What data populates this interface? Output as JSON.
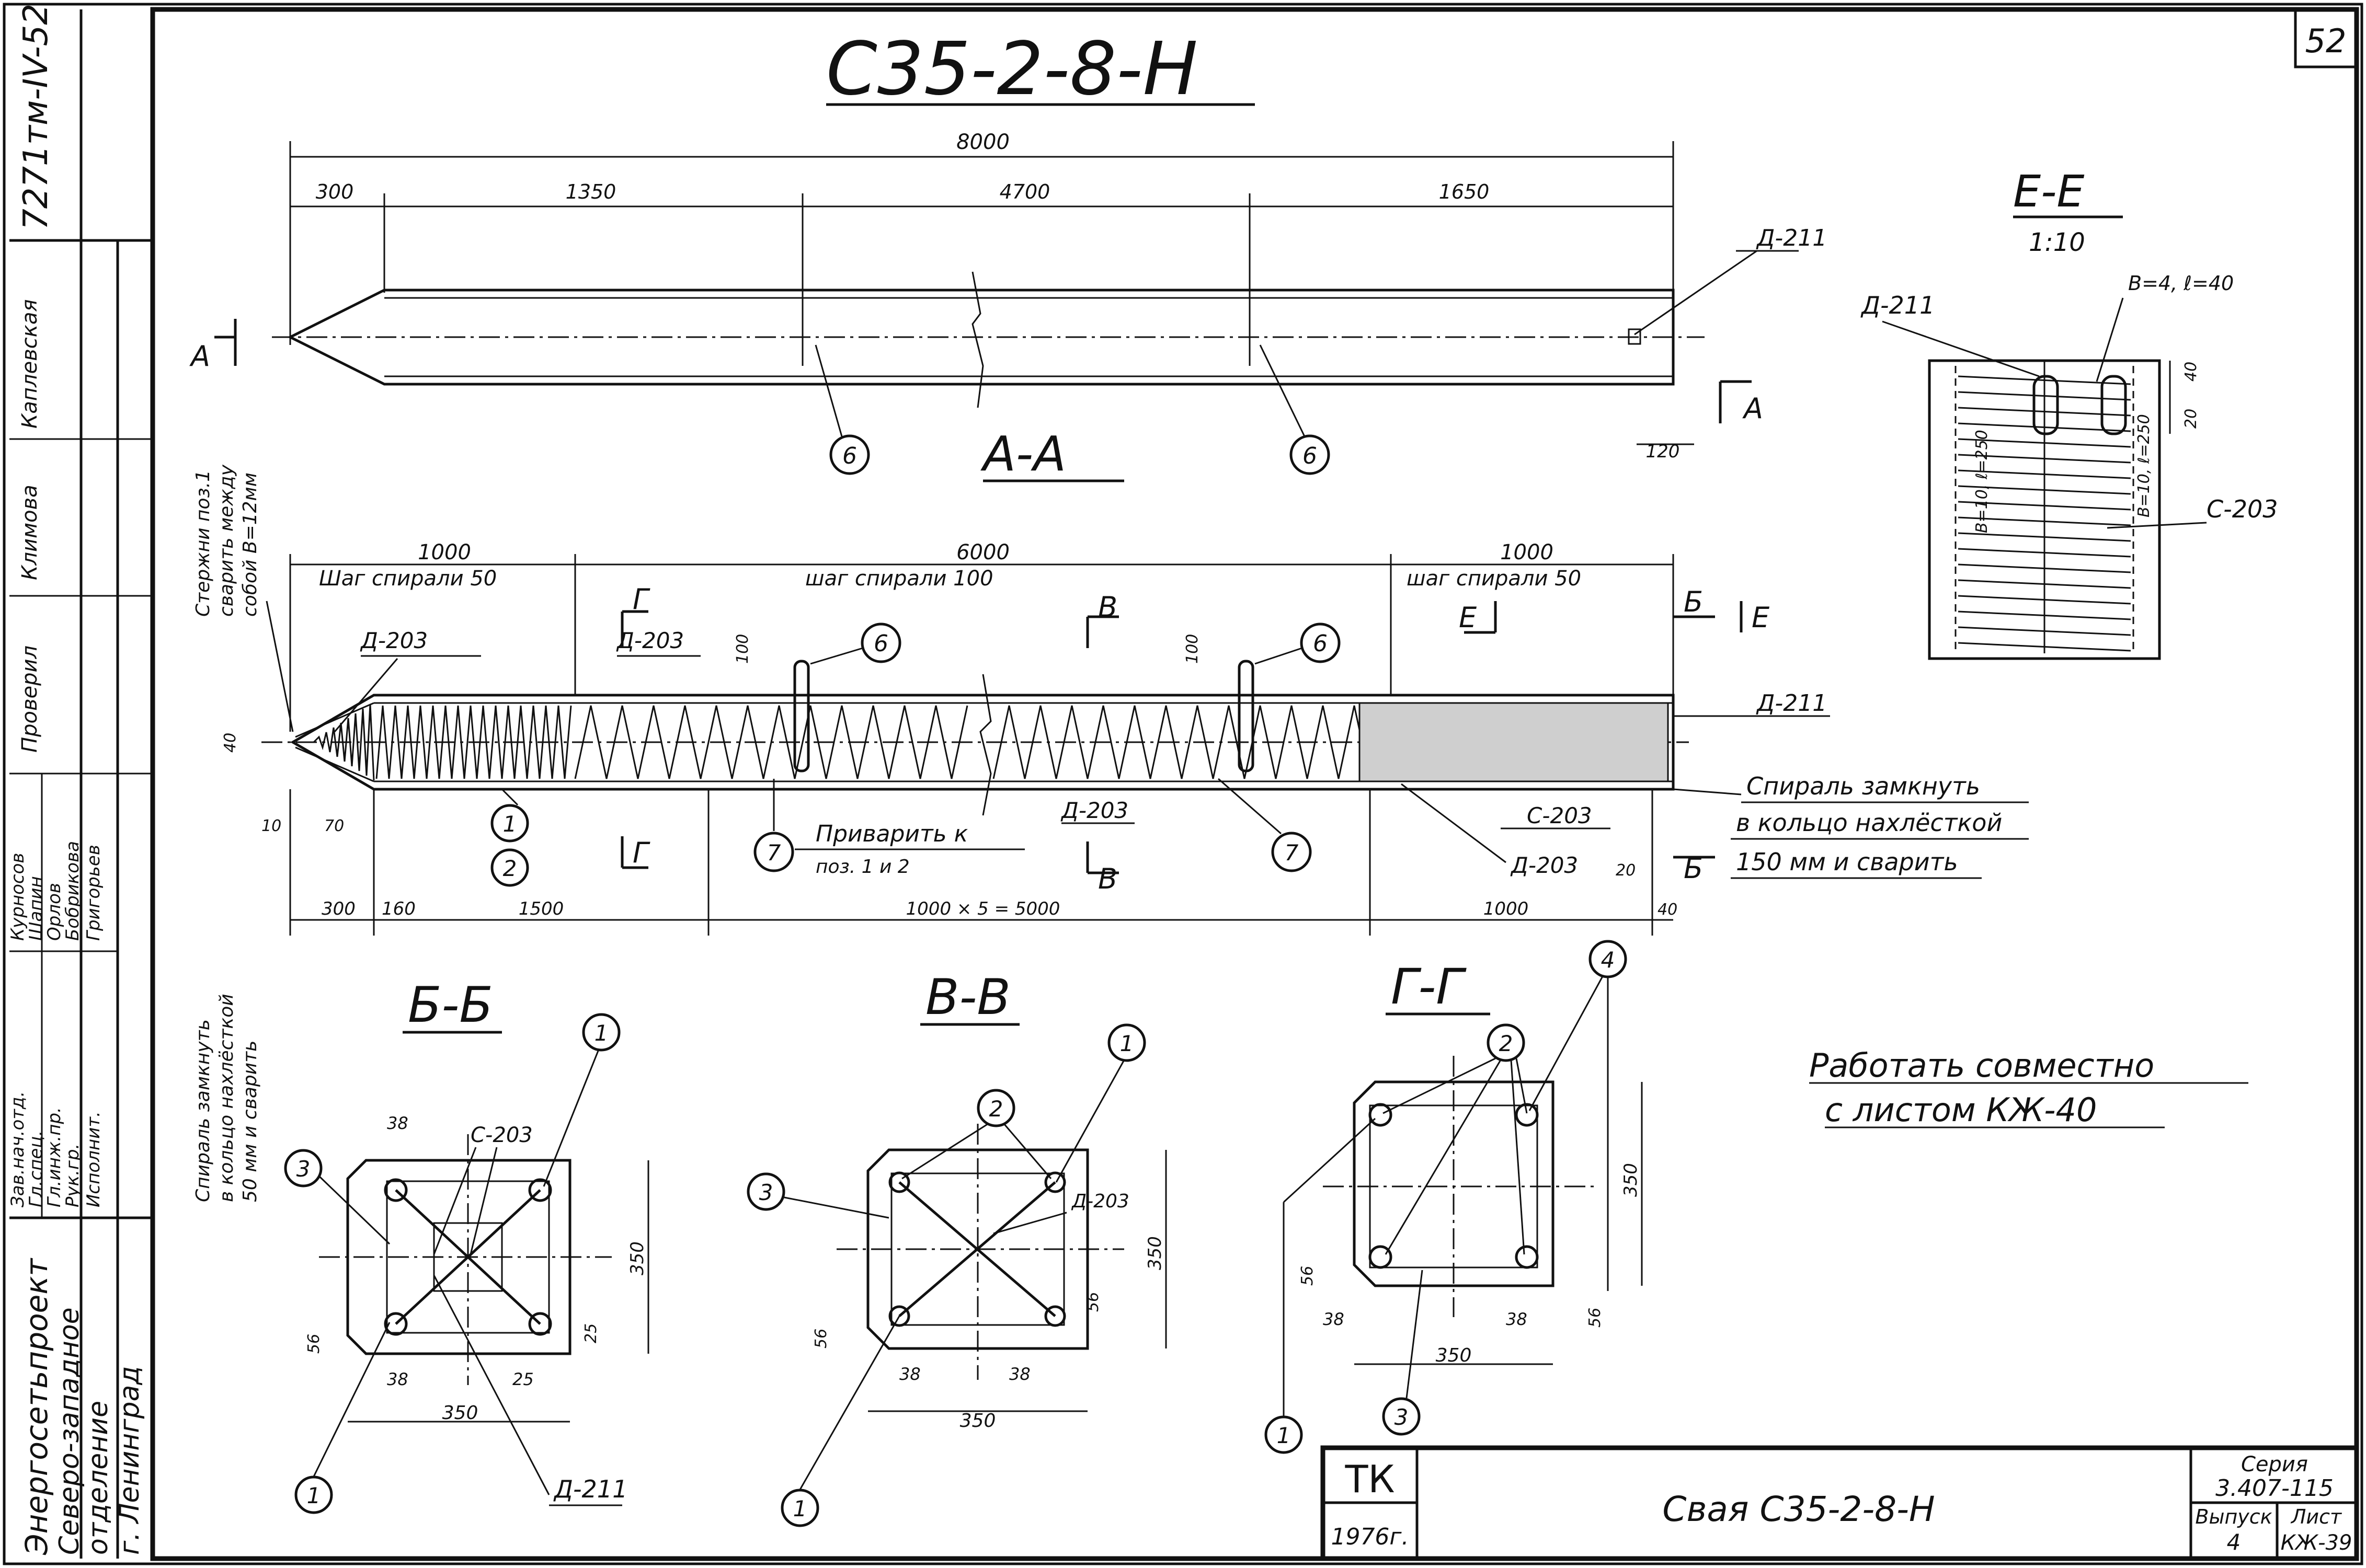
{
  "title": "С35-2-8-Н",
  "page_number": "52",
  "side_code": "7271тм-IV-52",
  "elevation": {
    "dim_total": "8000",
    "dims": [
      "300",
      "1350",
      "4700",
      "1650"
    ],
    "dim_end": "120",
    "labels": {
      "detail": "Д-211",
      "pos6": "6",
      "section": "А"
    }
  },
  "section_aa": {
    "title": "А-А",
    "dims_top": [
      "1000",
      "6000",
      "1000"
    ],
    "pitch_texts": [
      "Шаг спирали 50",
      "шаг спирали 100",
      "шаг спирали 50"
    ],
    "dims_bottom": [
      "300",
      "160",
      "1500",
      "1000 × 5 = 5000",
      "1000",
      "40"
    ],
    "dims_small": [
      "40",
      "10",
      "70",
      "100",
      "100",
      "20"
    ],
    "labels": [
      "Д-203",
      "Д-203",
      "Д-203",
      "Д-203",
      "С-203",
      "Д-211"
    ],
    "section_marks": [
      "Г",
      "В",
      "Б",
      "Е"
    ],
    "weld_note": [
      "Приварить к",
      "поз. 1 и 2"
    ],
    "spiral_note": [
      "Спираль замкнуть",
      "в кольцо нахлёсткой",
      "150 мм и сварить"
    ],
    "pos": [
      "1",
      "2",
      "6",
      "6",
      "7",
      "7"
    ]
  },
  "left_notes": {
    "rods_note": [
      "Стержни поз.1",
      "сварить между",
      "собой В=12мм"
    ],
    "spiral_note": [
      "Спираль замкнуть",
      "в кольцо нахлёсткой",
      "50 мм и сварить"
    ]
  },
  "section_ee": {
    "title": "Е-Е",
    "scale": "1:10",
    "labels": [
      "Д-211",
      "В=4, ℓ=40",
      "С-203",
      "В=10, ℓ=250",
      "В=10, ℓ=250"
    ],
    "dims": [
      "40",
      "20"
    ]
  },
  "section_bb": {
    "title": "Б-Б",
    "labels": [
      "С-203",
      "Д-211"
    ],
    "dims": [
      "38",
      "350",
      "56",
      "25",
      "38",
      "25",
      "350"
    ],
    "pos": [
      "1",
      "3",
      "1"
    ]
  },
  "section_vv": {
    "title": "В-В",
    "labels": [
      "Д-203"
    ],
    "dims": [
      "350",
      "56",
      "56",
      "38",
      "38",
      "350"
    ],
    "pos": [
      "1",
      "2",
      "3",
      "1"
    ]
  },
  "section_gg": {
    "title": "Г-Г",
    "dims": [
      "350",
      "56",
      "56",
      "38",
      "38",
      "350"
    ],
    "pos": [
      "4",
      "2",
      "1",
      "3"
    ]
  },
  "joint_note": [
    "Работать совместно",
    "с листом КЖ-40"
  ],
  "stamp": {
    "org": [
      "Энергосетьпроект",
      "Северо-западное",
      "отделение",
      "г. Ленинград"
    ],
    "roles": [
      "Зав.нач.отд.",
      "Гл.спец.",
      "Гл.инж.пр.",
      "Рук.гр.",
      "Исполнит."
    ],
    "names": [
      "Курносов",
      "Шапин",
      "Орлов",
      "Бобрикова",
      "Григорьев"
    ],
    "checks": [
      "Проверил",
      "Климова",
      "Каплевская"
    ],
    "tk": "ТК",
    "year": "1976г.",
    "name": "Свая С35-2-8-Н",
    "series_label": "Серия",
    "series": "3.407-115",
    "issue_label": "Выпуск",
    "issue": "4",
    "sheet_label": "Лист",
    "sheet": "КЖ-39"
  }
}
